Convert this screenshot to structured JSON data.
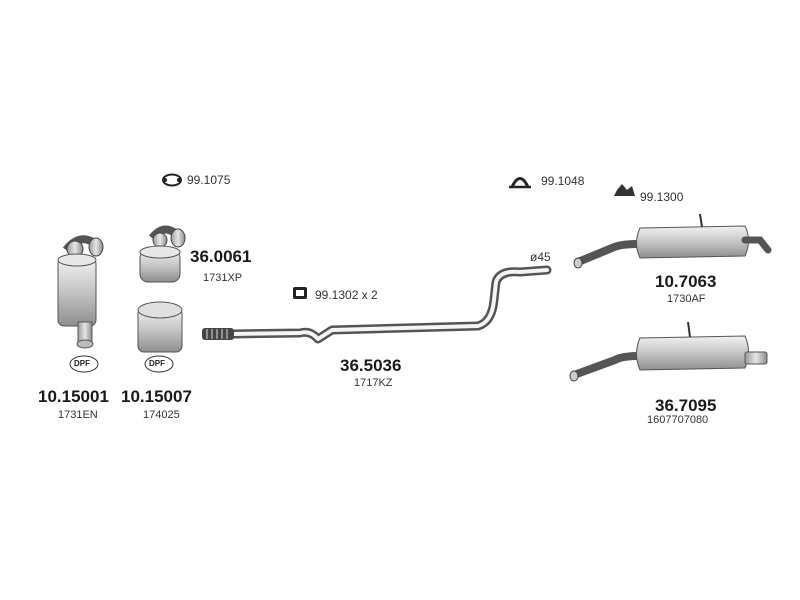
{
  "hardware": [
    {
      "code": "99.1075",
      "icon": "gasket-ring-icon"
    },
    {
      "code": "99.1048",
      "icon": "clamp-icon"
    },
    {
      "code": "99.1300",
      "icon": "hanger-icon"
    },
    {
      "code": "99.1302 x 2",
      "icon": "rubber-mount-icon"
    }
  ],
  "parts": [
    {
      "number": "36.0061",
      "ref": "1731XP"
    },
    {
      "number": "10.15001",
      "ref": "1731EN",
      "badge": "DPF"
    },
    {
      "number": "10.15007",
      "ref": "174025",
      "badge": "DPF"
    },
    {
      "number": "36.5036",
      "ref": "1717KZ"
    },
    {
      "number": "10.7063",
      "ref": "1730AF"
    },
    {
      "number": "36.7095",
      "ref": "1607707080"
    }
  ],
  "pipe_diameter": "ø45",
  "colors": {
    "line": "#1a1a1a",
    "metal": "#cfcfcf",
    "metal_dark": "#9a9a9a"
  }
}
